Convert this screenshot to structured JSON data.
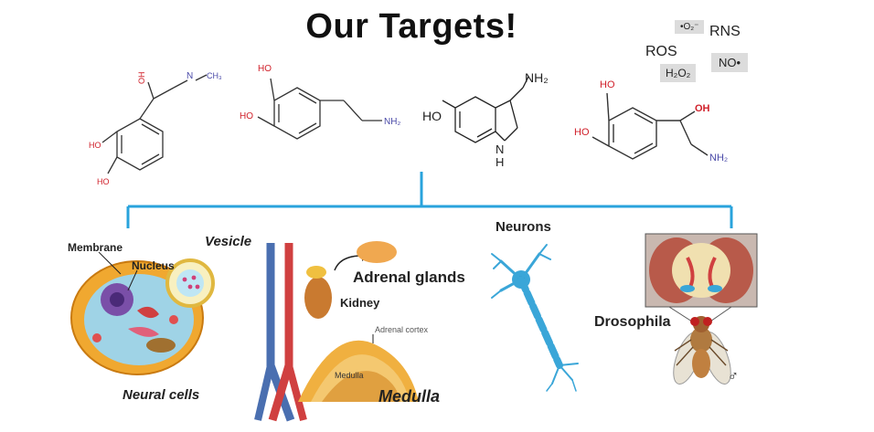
{
  "title": "Our Targets!",
  "species": {
    "superoxide": "•O₂⁻",
    "rns": "RNS",
    "ros": "ROS",
    "nitric_oxide": "NO•",
    "hydrogen_peroxide": "H₂O₂"
  },
  "molecules": {
    "m1": {
      "oh": "OH",
      "n": "N",
      "ch3": "CH₃",
      "ho_a": "HO",
      "ho_b": "HO"
    },
    "m2": {
      "ho_a": "HO",
      "ho_b": "HO",
      "nh2": "NH₂"
    },
    "m3": {
      "ho": "HO",
      "nh2": "NH₂",
      "n": "N",
      "h": "H"
    },
    "m4": {
      "ho_a": "HO",
      "ho_b": "HO",
      "oh": "OH",
      "nh2": "NH₂"
    }
  },
  "labels": {
    "membrane": "Membrane",
    "nucleus": "Nucleus",
    "vesicle": "Vesicle",
    "neural_cells": "Neural cells",
    "adrenal_glands": "Adrenal glands",
    "kidney": "Kidney",
    "adrenal_cortex": "Adrenal cortex",
    "medulla_small": "Medulla",
    "medulla": "Medulla",
    "neurons": "Neurons",
    "drosophila": "Drosophila",
    "male_symbol": "♂"
  },
  "colors": {
    "bracket": "#29a3dc",
    "heteroatom_red": "#d0202a",
    "heteroatom_blue": "#4a4aa8",
    "cell_body": "#f0a830",
    "neuron": "#3aa6d8"
  }
}
